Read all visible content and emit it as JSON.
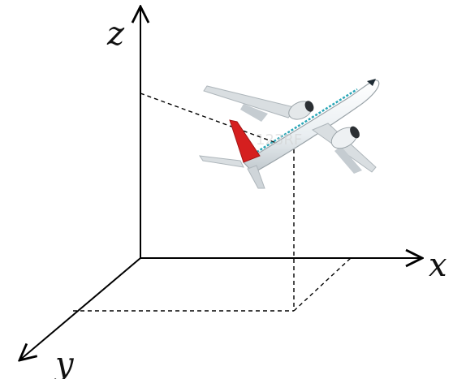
{
  "diagram": {
    "axes": {
      "x_label": "x",
      "y_label": "y",
      "z_label": "z"
    },
    "object": {
      "icon": "airplane-icon"
    },
    "watermark_text": "123RF",
    "colors": {
      "axis": "#000000",
      "dashed": "#000000",
      "fuselage": "#f4f6f7",
      "fuselage_shade": "#c9d0d4",
      "wing": "#d9dee1",
      "tail_red": "#d51f1f",
      "window_stripe": "#2aa7b8"
    }
  }
}
